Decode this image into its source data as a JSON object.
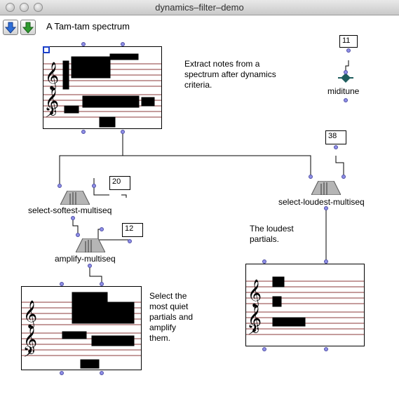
{
  "window": {
    "title": "dynamics–filter–demo"
  },
  "toolbar": {
    "down_blue": "down-arrow",
    "down_green": "down-arrow"
  },
  "patch": {
    "heading": "A Tam-tam spectrum",
    "comment_extract": "Extract notes from a\nspectrum after dynamics\ncriteria.",
    "comment_loudest": "The loudest\npartials.",
    "comment_quiet": "Select the\nmost quiet\npartials and\namplify\nthem.",
    "miditune_value": "11",
    "miditune_label": "miditune",
    "loudest_value": "38",
    "loudest_label": "select-loudest-multiseq",
    "softest_value": "20",
    "softest_label": "select-softest-multiseq",
    "amplify_value": "12",
    "amplify_label": "amplify-multiseq"
  },
  "colors": {
    "staff_line": "#8b3a3a",
    "inlet": "#8f8fe6",
    "box_border": "#000000",
    "miditune_node": "#1f5e5e"
  }
}
